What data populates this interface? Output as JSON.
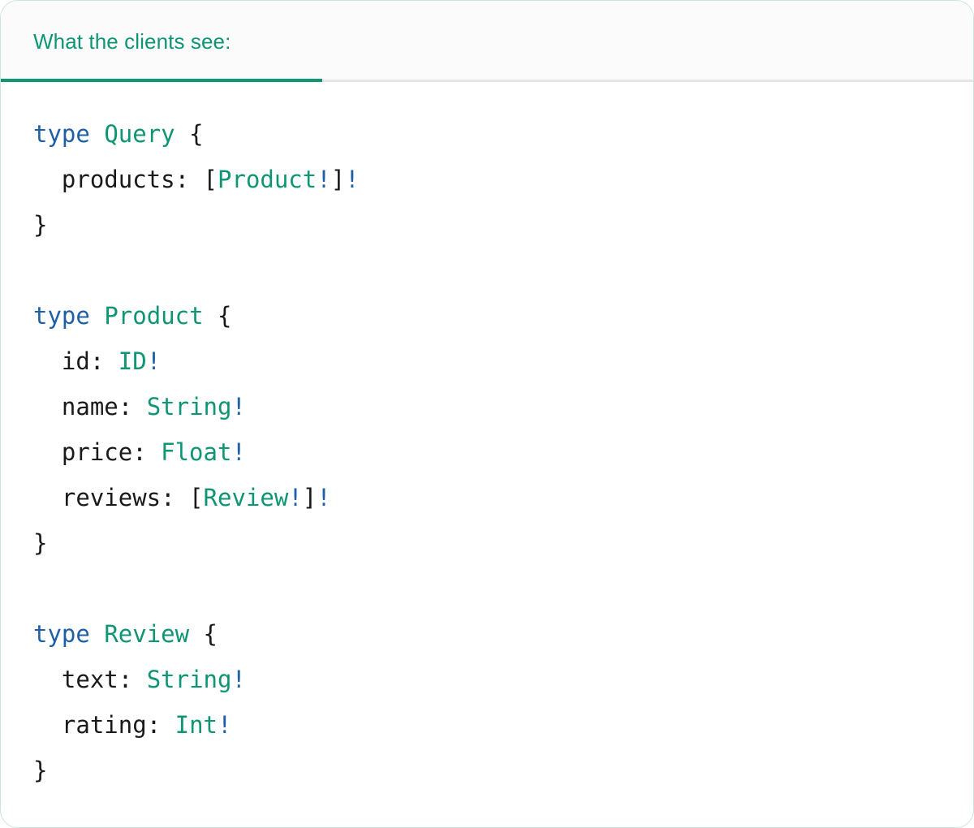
{
  "card": {
    "border_color": "#cfe3d8",
    "background": "#ffffff"
  },
  "tabbar": {
    "background": "#fbfbfb",
    "divider_color": "#e6e6e6",
    "active_tab": {
      "label": "What the clients see:",
      "color": "#0e9674",
      "underline_color": "#0e9674"
    }
  },
  "syntax_colors": {
    "keyword": "#1f5fa8",
    "type_name": "#0e9674",
    "non_null": "#1f5fa8",
    "punctuation": "#1a1a1a",
    "field_name": "#1a1a1a"
  },
  "code": {
    "language": "graphql",
    "lines": [
      {
        "tokens": [
          {
            "t": "type",
            "c": "kw"
          },
          {
            "t": " ",
            "c": "punct"
          },
          {
            "t": "Query",
            "c": "type"
          },
          {
            "t": " {",
            "c": "punct"
          }
        ]
      },
      {
        "tokens": [
          {
            "t": "  products",
            "c": "field"
          },
          {
            "t": ": [",
            "c": "punct"
          },
          {
            "t": "Product",
            "c": "type"
          },
          {
            "t": "!",
            "c": "bang"
          },
          {
            "t": "]",
            "c": "punct"
          },
          {
            "t": "!",
            "c": "bang"
          }
        ]
      },
      {
        "tokens": [
          {
            "t": "}",
            "c": "punct"
          }
        ]
      },
      {
        "tokens": []
      },
      {
        "tokens": [
          {
            "t": "type",
            "c": "kw"
          },
          {
            "t": " ",
            "c": "punct"
          },
          {
            "t": "Product",
            "c": "type"
          },
          {
            "t": " {",
            "c": "punct"
          }
        ]
      },
      {
        "tokens": [
          {
            "t": "  id",
            "c": "field"
          },
          {
            "t": ": ",
            "c": "punct"
          },
          {
            "t": "ID",
            "c": "type"
          },
          {
            "t": "!",
            "c": "bang"
          }
        ]
      },
      {
        "tokens": [
          {
            "t": "  name",
            "c": "field"
          },
          {
            "t": ": ",
            "c": "punct"
          },
          {
            "t": "String",
            "c": "type"
          },
          {
            "t": "!",
            "c": "bang"
          }
        ]
      },
      {
        "tokens": [
          {
            "t": "  price",
            "c": "field"
          },
          {
            "t": ": ",
            "c": "punct"
          },
          {
            "t": "Float",
            "c": "type"
          },
          {
            "t": "!",
            "c": "bang"
          }
        ]
      },
      {
        "tokens": [
          {
            "t": "  reviews",
            "c": "field"
          },
          {
            "t": ": [",
            "c": "punct"
          },
          {
            "t": "Review",
            "c": "type"
          },
          {
            "t": "!",
            "c": "bang"
          },
          {
            "t": "]",
            "c": "punct"
          },
          {
            "t": "!",
            "c": "bang"
          }
        ]
      },
      {
        "tokens": [
          {
            "t": "}",
            "c": "punct"
          }
        ]
      },
      {
        "tokens": []
      },
      {
        "tokens": [
          {
            "t": "type",
            "c": "kw"
          },
          {
            "t": " ",
            "c": "punct"
          },
          {
            "t": "Review",
            "c": "type"
          },
          {
            "t": " {",
            "c": "punct"
          }
        ]
      },
      {
        "tokens": [
          {
            "t": "  text",
            "c": "field"
          },
          {
            "t": ": ",
            "c": "punct"
          },
          {
            "t": "String",
            "c": "type"
          },
          {
            "t": "!",
            "c": "bang"
          }
        ]
      },
      {
        "tokens": [
          {
            "t": "  rating",
            "c": "field"
          },
          {
            "t": ": ",
            "c": "punct"
          },
          {
            "t": "Int",
            "c": "type"
          },
          {
            "t": "!",
            "c": "bang"
          }
        ]
      },
      {
        "tokens": [
          {
            "t": "}",
            "c": "punct"
          }
        ]
      }
    ]
  }
}
